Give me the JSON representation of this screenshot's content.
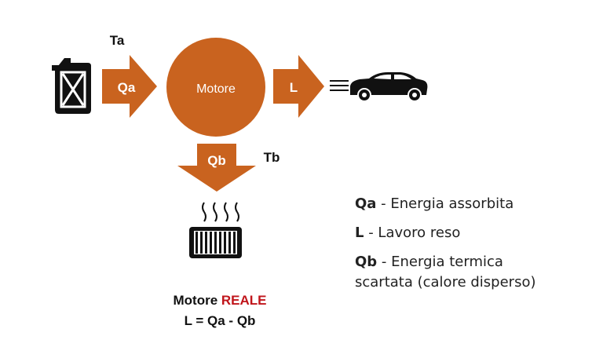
{
  "diagram": {
    "engine_label": "Motore",
    "arrow_in_label": "Qa",
    "arrow_out_label": "L",
    "arrow_down_label": "Qb",
    "temp_hot_label": "Ta",
    "temp_cold_label": "Tb"
  },
  "legend": {
    "items": [
      {
        "symbol": "Qa",
        "text": " - Energia assorbita"
      },
      {
        "symbol": "L",
        "text": " - Lavoro reso"
      },
      {
        "symbol": "Qb",
        "text": " - Energia termica",
        "text_line2": "scartata (calore disperso)"
      }
    ]
  },
  "footer": {
    "title_prefix": "Motore ",
    "title_highlight": "REALE",
    "formula": "L = Qa - Qb"
  },
  "icons": [
    "fuel-can-icon",
    "car-icon",
    "radiator-icon",
    "heat-waves-icon",
    "speed-lines-icon"
  ],
  "colors": {
    "engine": "#c9631f",
    "arrow": "#c9631f",
    "highlight": "#c0151b",
    "icon": "#111111"
  }
}
